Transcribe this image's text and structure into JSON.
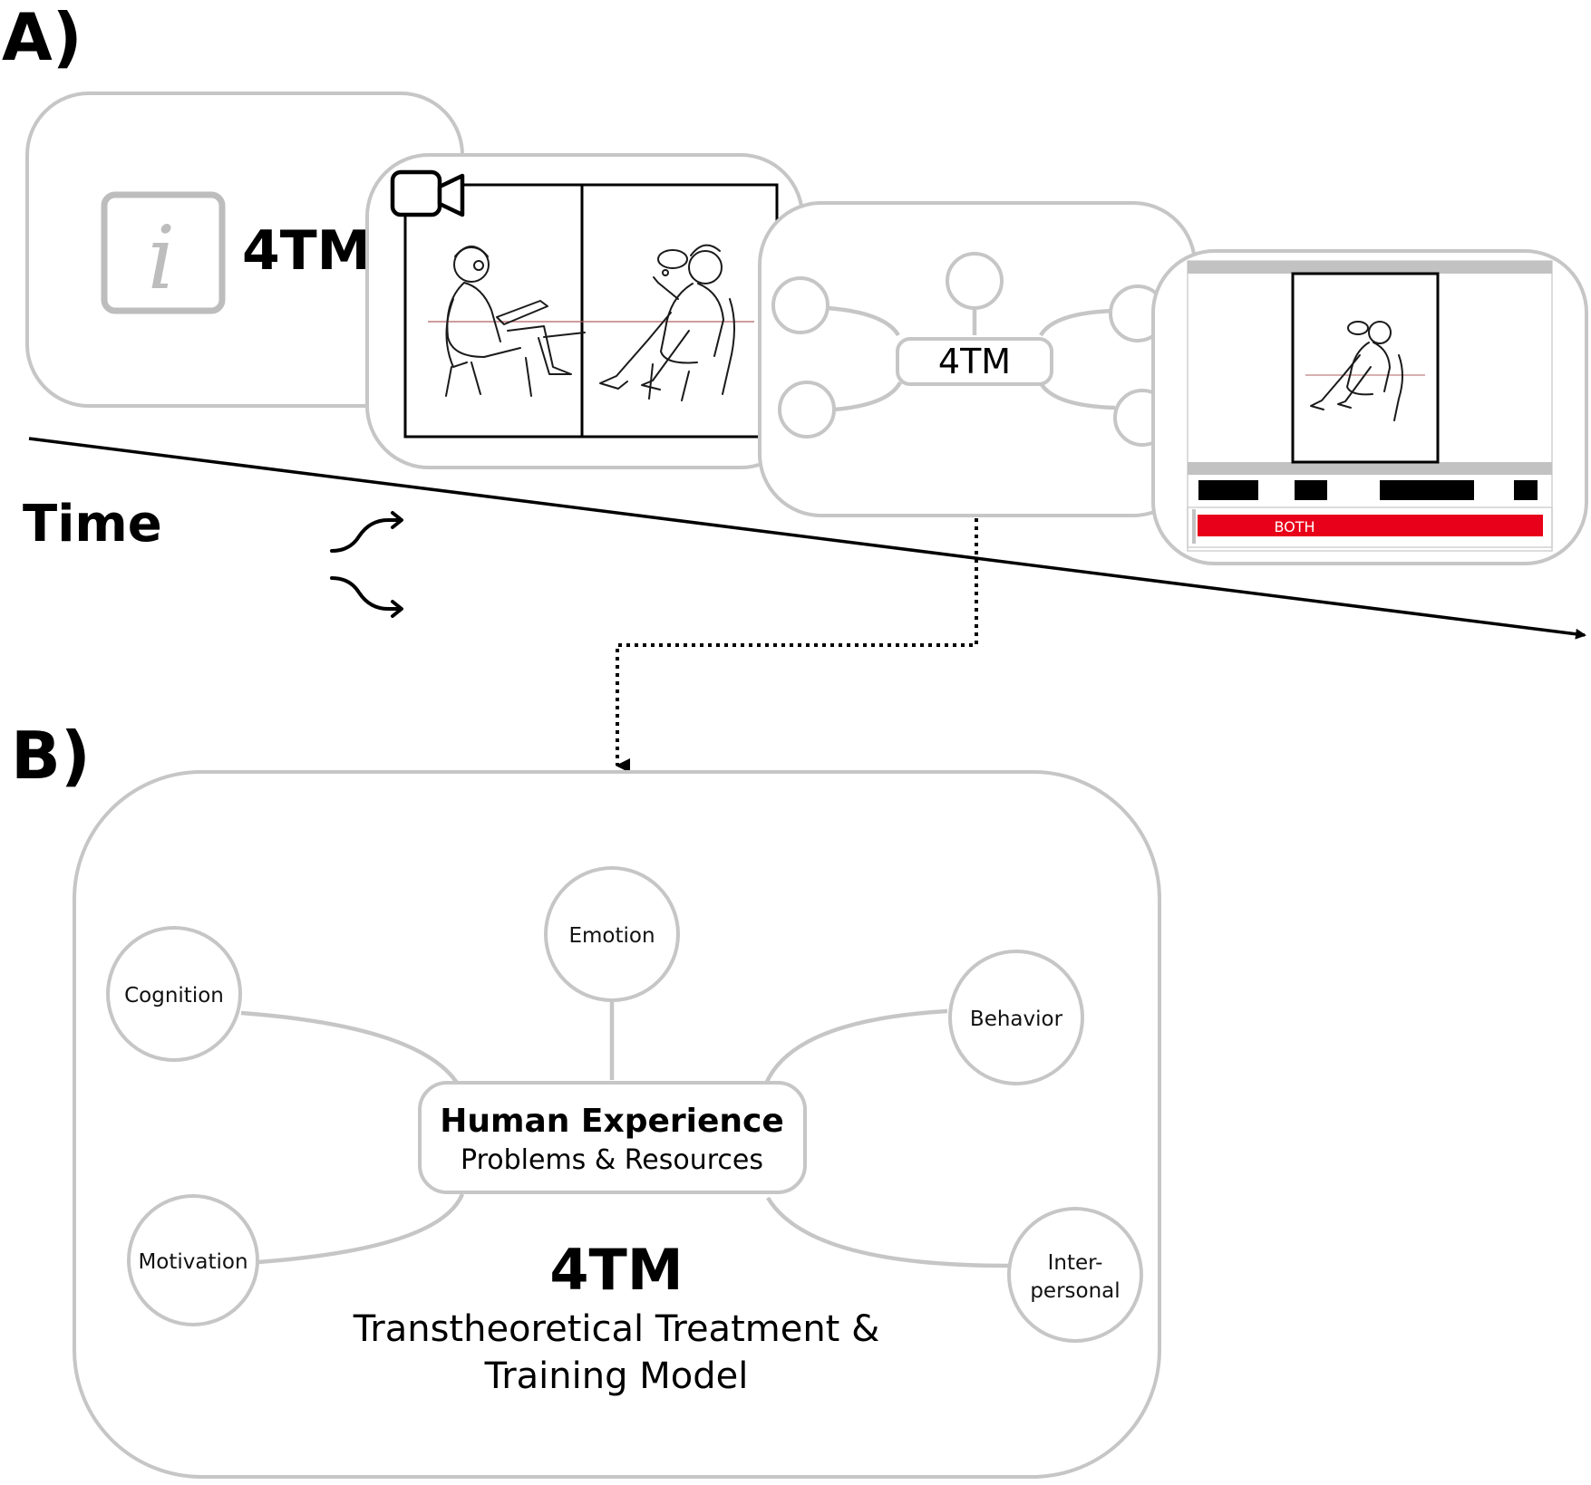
{
  "panel_a": {
    "label": "A)",
    "time_label": "Time",
    "intro_card_title": "4TM",
    "info_icon_glyph": "i",
    "model_card_title": "4TM",
    "rating_button": "BOTH",
    "icons": [
      "info-icon",
      "video-camera-icon",
      "shuffle-icon"
    ]
  },
  "panel_b": {
    "label": "B)",
    "center_title": "Human Experience",
    "center_subtitle": "Problems & Resources",
    "nodes": {
      "emotion": "Emotion",
      "cognition": "Cognition",
      "behavior": "Behavior",
      "motivation": "Motivation",
      "interpersonal_line1": "Inter-",
      "interpersonal_line2": "personal"
    },
    "model_name": "4TM",
    "model_full_line1": "Transtheoretical Treatment &",
    "model_full_line2": "Training Model"
  },
  "colors": {
    "card_border": "#c6c6c6",
    "accent_red": "#e8001a",
    "ink": "#000000"
  }
}
